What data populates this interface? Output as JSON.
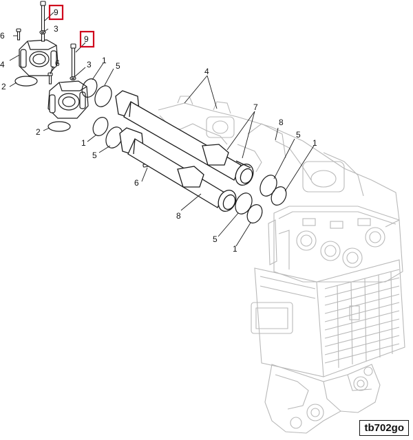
{
  "diagram": {
    "reference_code": "tb702go",
    "highlighted_callout": "9",
    "colors": {
      "part_line": "#1a1a1a",
      "ghost_line": "#b8b8b8",
      "highlight": "#d0021b"
    },
    "callouts": {
      "c9a": "9",
      "c9b": "9",
      "c6a": "6",
      "c6b": "6",
      "c6c": "6",
      "c3a": "3",
      "c3b": "3",
      "c4a": "4",
      "c4b": "4",
      "c2a": "2",
      "c2b": "2",
      "c1a": "1",
      "c1b": "1",
      "c1c": "1",
      "c1d": "1",
      "c5a": "5",
      "c5b": "5",
      "c5c": "5",
      "c5d": "5",
      "c7": "7",
      "c8a": "8",
      "c8b": "8"
    }
  }
}
